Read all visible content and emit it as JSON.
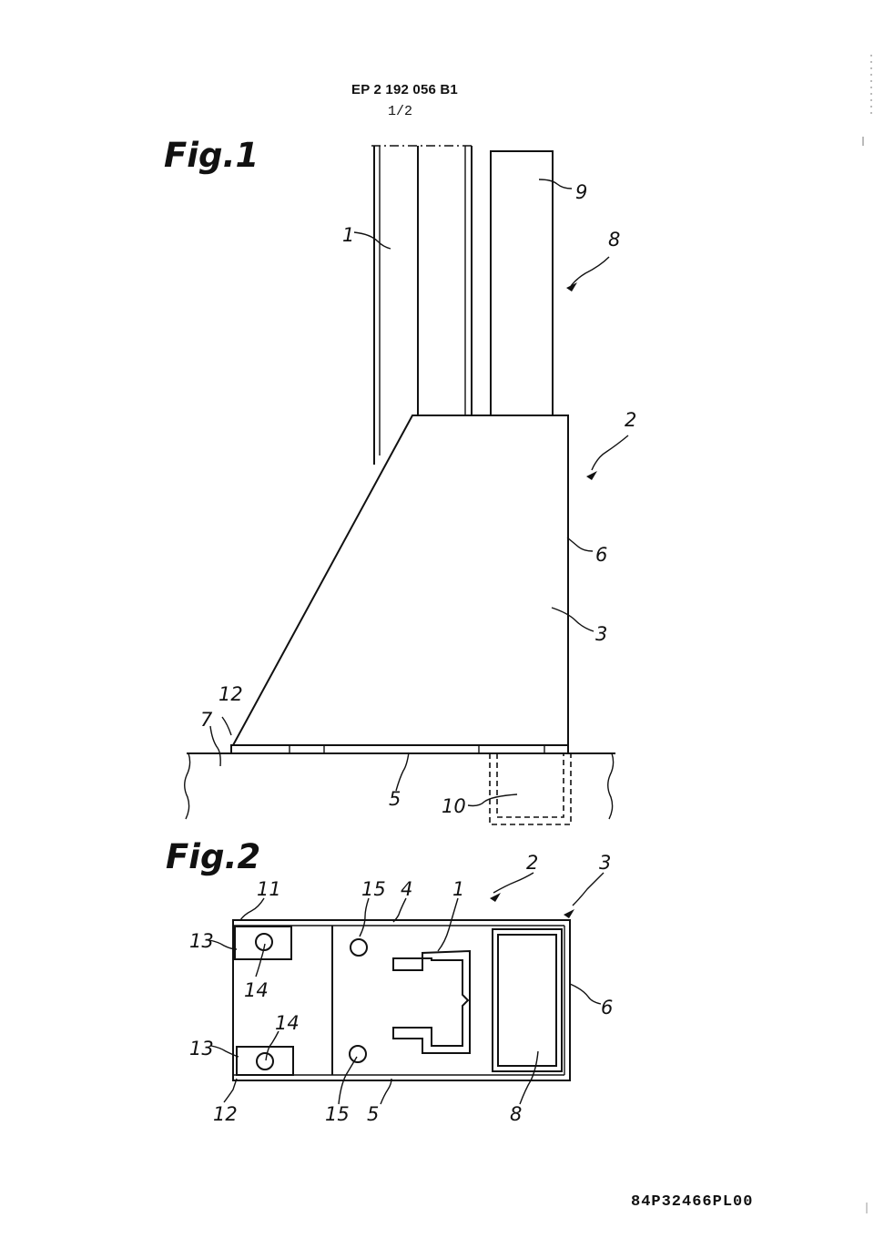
{
  "header": {
    "publication_number": "EP 2 192 056 B1",
    "sheet": "1/2"
  },
  "footer": {
    "document_id": "84P32466PL00"
  },
  "figure1": {
    "title": "Fig.1",
    "labels": {
      "l1": "1",
      "l2": "2",
      "l3": "3",
      "l5": "5",
      "l6": "6",
      "l7": "7",
      "l8": "8",
      "l9": "9",
      "l10": "10",
      "l12": "12"
    }
  },
  "figure2": {
    "title": "Fig.2",
    "labels": {
      "l1": "1",
      "l2": "2",
      "l3": "3",
      "l4": "4",
      "l5": "5",
      "l6": "6",
      "l8": "8",
      "l11": "11",
      "l12": "12",
      "l13a": "13",
      "l13b": "13",
      "l14a": "14",
      "l14b": "14",
      "l15a": "15",
      "l15b": "15"
    }
  }
}
